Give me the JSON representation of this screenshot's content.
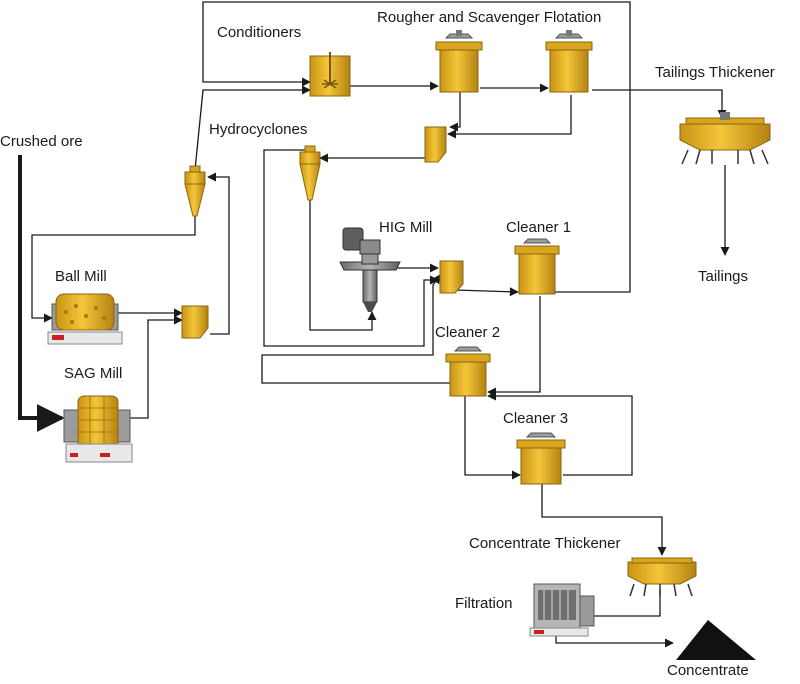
{
  "labels": {
    "crushed_ore": "Crushed ore",
    "conditioners": "Conditioners",
    "rougher_scavenger": "Rougher and Scavenger Flotation",
    "tailings_thickener": "Tailings Thickener",
    "hydrocyclones": "Hydrocyclones",
    "hig_mill": "HIG Mill",
    "cleaner_1": "Cleaner 1",
    "tailings": "Tailings",
    "ball_mill": "Ball Mill",
    "cleaner_2": "Cleaner 2",
    "sag_mill": "SAG Mill",
    "cleaner_3": "Cleaner 3",
    "concentrate_thickener": "Concentrate Thickener",
    "filtration": "Filtration",
    "concentrate": "Concentrate"
  },
  "colors": {
    "equipment": "#e8b422",
    "equipment_dark": "#b38212",
    "line": "#1a1a1a",
    "grey": "#8c8c8c",
    "brand": "#cc1f1f"
  }
}
